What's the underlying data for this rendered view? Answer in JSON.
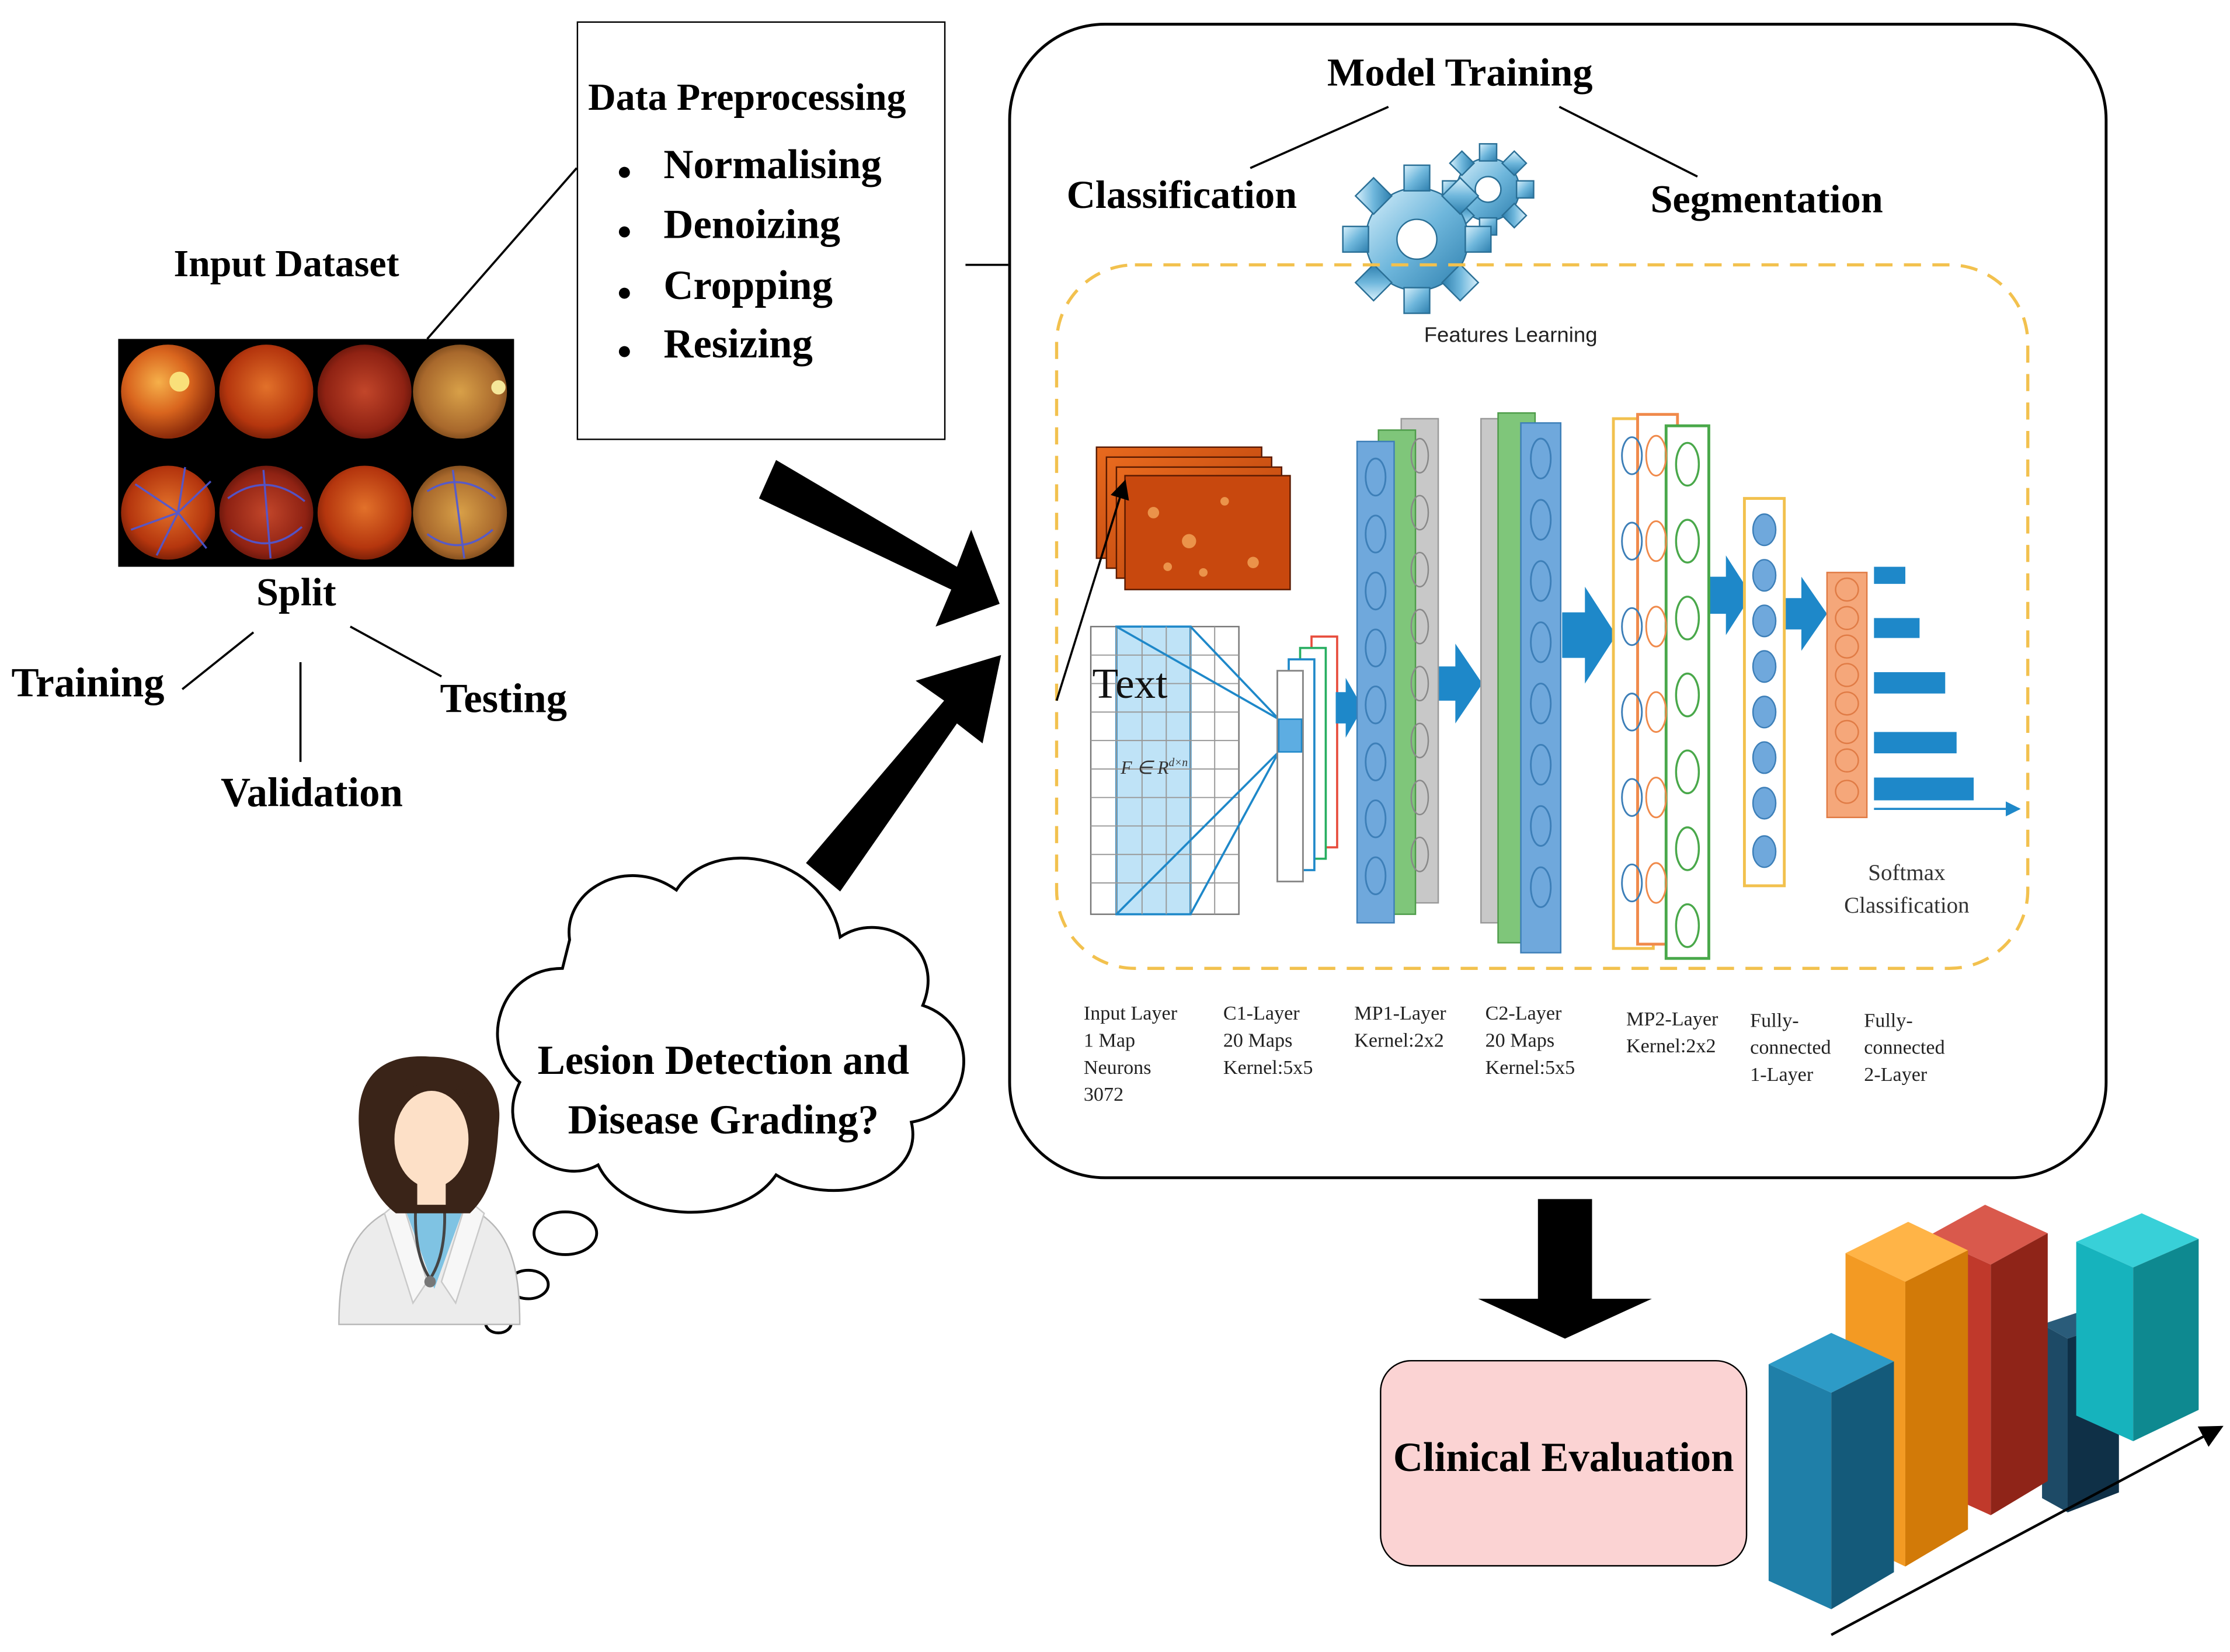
{
  "input_dataset": {
    "title": "Input Dataset"
  },
  "split": {
    "title": "Split",
    "training": "Training",
    "validation": "Validation",
    "testing": "Testing"
  },
  "preprocessing": {
    "title": "Data Preprocessing",
    "steps": [
      "Normalising",
      "Denoizing",
      "Cropping",
      "Resizing"
    ]
  },
  "model_training": {
    "title": "Model Training",
    "classification": "Classification",
    "segmentation": "Segmentation",
    "features_learning": "Features Learning"
  },
  "cnn": {
    "input_text": "Text",
    "formula": "F ∈ R",
    "formula_sup": "d×n",
    "softmax": "Softmax\nClassification",
    "layers": [
      "Input Layer\n1 Map\nNeurons\n3072",
      "C1-Layer\n20 Maps\nKernel:5x5",
      "MP1-Layer\nKernel:2x2",
      "C2-Layer\n20 Maps\nKernel:5x5",
      "MP2-Layer\nKernel:2x2",
      "Fully-\nconnected\n1-Layer",
      "Fully-\nconnected\n2-Layer"
    ]
  },
  "cloud": {
    "question": "Lesion Detection and\nDisease Grading?"
  },
  "evaluation": {
    "label": "Clinical Evaluation"
  },
  "colors": {
    "dashed_border": "#f2c14e",
    "cnn_blue": "#1e88c9",
    "eval_fill": "#fbd3d3",
    "bar_blue": "#1f7fa8",
    "bar_orange": "#f39a23",
    "bar_red": "#c0392b",
    "bar_navy": "#1d4a66",
    "bar_teal": "#16b3bd"
  },
  "icons": [
    "gears-icon",
    "doctor-icon",
    "thought-cloud-icon",
    "bar-chart-icon"
  ]
}
